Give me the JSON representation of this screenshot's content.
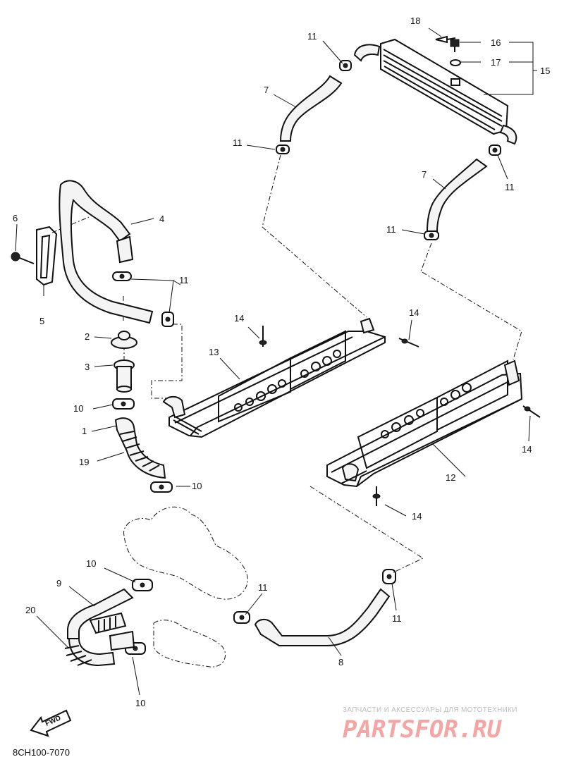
{
  "diagram": {
    "callouts": [
      {
        "id": "c1",
        "label": "1"
      },
      {
        "id": "c2",
        "label": "2"
      },
      {
        "id": "c3",
        "label": "3"
      },
      {
        "id": "c4",
        "label": "4"
      },
      {
        "id": "c5",
        "label": "5"
      },
      {
        "id": "c6",
        "label": "6"
      },
      {
        "id": "c7a",
        "label": "7"
      },
      {
        "id": "c7b",
        "label": "7"
      },
      {
        "id": "c8",
        "label": "8"
      },
      {
        "id": "c9",
        "label": "9"
      },
      {
        "id": "c10a",
        "label": "10"
      },
      {
        "id": "c10b",
        "label": "10"
      },
      {
        "id": "c10c",
        "label": "10"
      },
      {
        "id": "c10d",
        "label": "10"
      },
      {
        "id": "c11a",
        "label": "11"
      },
      {
        "id": "c11b",
        "label": "11"
      },
      {
        "id": "c11c",
        "label": "11"
      },
      {
        "id": "c11d",
        "label": "11"
      },
      {
        "id": "c11e",
        "label": "11"
      },
      {
        "id": "c11f",
        "label": "11"
      },
      {
        "id": "c11g",
        "label": "11"
      },
      {
        "id": "c12",
        "label": "12"
      },
      {
        "id": "c13",
        "label": "13"
      },
      {
        "id": "c14a",
        "label": "14"
      },
      {
        "id": "c14b",
        "label": "14"
      },
      {
        "id": "c14c",
        "label": "14"
      },
      {
        "id": "c14d",
        "label": "14"
      },
      {
        "id": "c15",
        "label": "15"
      },
      {
        "id": "c16",
        "label": "16"
      },
      {
        "id": "c17",
        "label": "17"
      },
      {
        "id": "c18",
        "label": "18"
      },
      {
        "id": "c19",
        "label": "19"
      },
      {
        "id": "c20",
        "label": "20"
      }
    ],
    "fwd_label": "FWD",
    "diagram_code": "8CH100-7070"
  },
  "watermark": {
    "tagline": "ЗАПЧАСТИ И АКСЕССУАРЫ ДЛЯ МОТОТЕХНИКИ",
    "brand": "PARTSFOR.RU",
    "color": "#f2a7a7"
  }
}
